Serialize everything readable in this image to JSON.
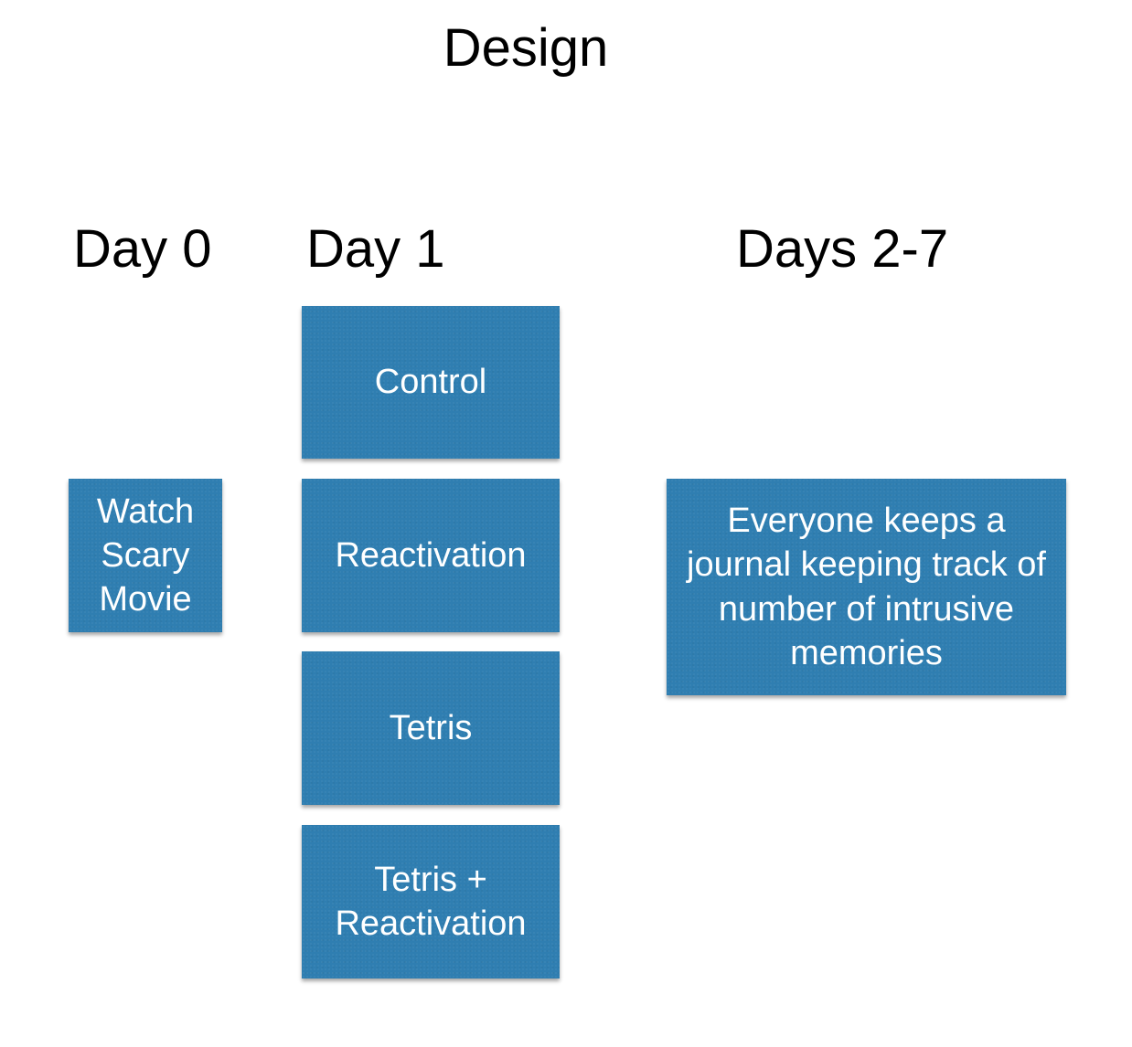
{
  "title": "Design",
  "columns": {
    "day0": {
      "heading": "Day 0",
      "box": "Watch Scary Movie"
    },
    "day1": {
      "heading": "Day 1",
      "boxes": [
        "Control",
        "Reactivation",
        "Tetris",
        "Tetris + Reactivation"
      ]
    },
    "days2to7": {
      "heading": "Days 2-7",
      "box": "Everyone keeps a journal keeping track of number of intrusive memories"
    }
  },
  "colors": {
    "box_fill": "#2f7eb1",
    "box_text": "#ffffff",
    "text": "#000000"
  }
}
